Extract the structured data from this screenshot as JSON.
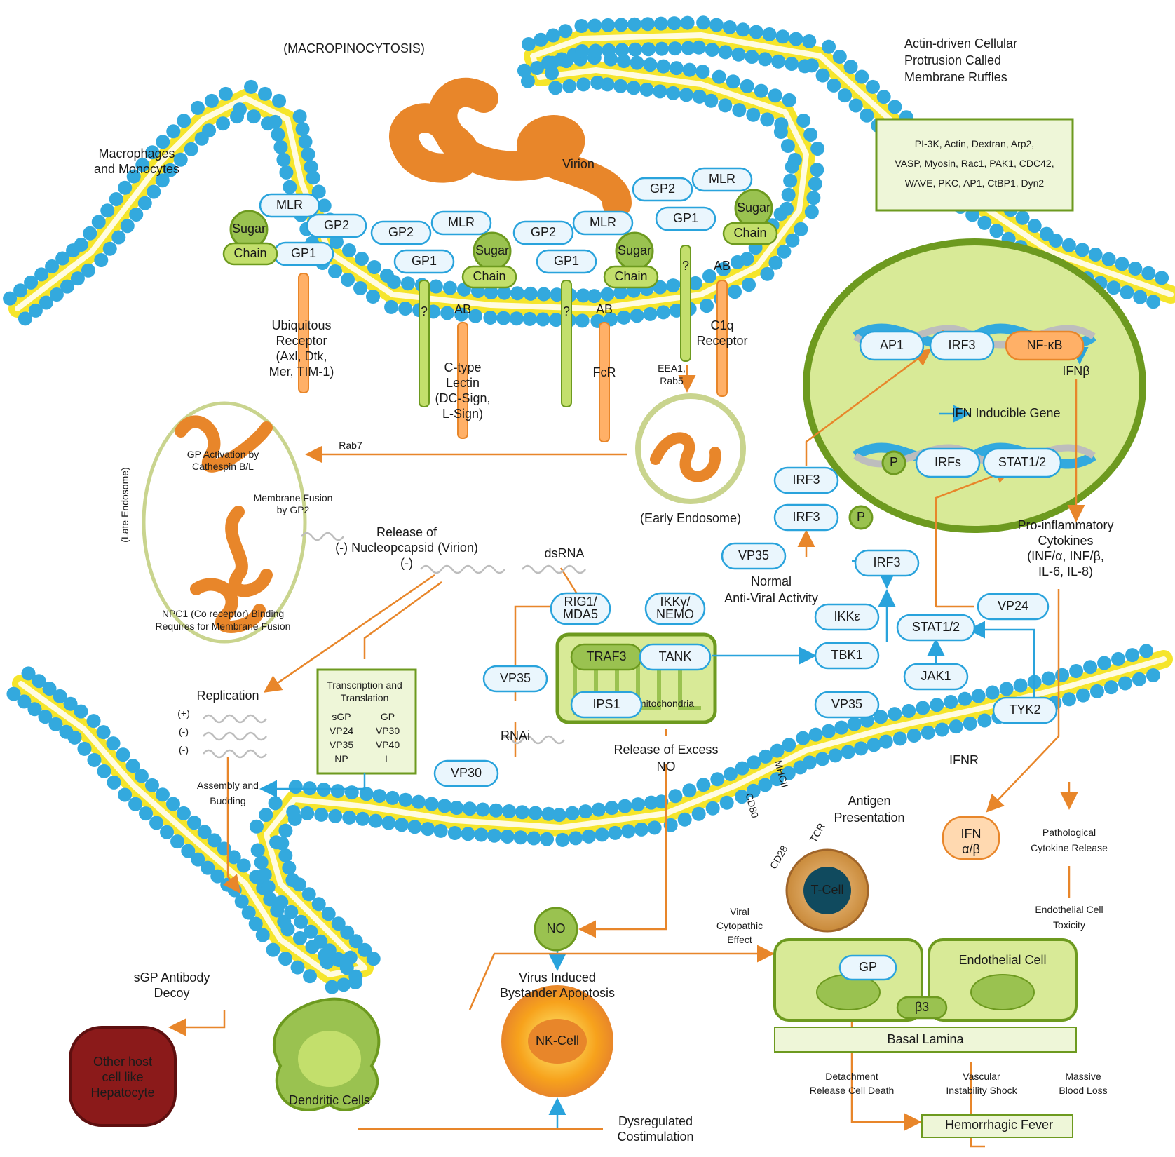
{
  "labels": {
    "macropinocytosis": "(MACROPINOCYTOSIS)",
    "membrane_ruffles": [
      "Actin-driven Cellular",
      "Protrusion Called",
      "Membrane Ruffles"
    ],
    "macrophages": [
      "Macrophages",
      "and Monocytes"
    ],
    "virion": "Virion",
    "factors_box": [
      "PI-3K, Actin, Dextran, Arp2,",
      "VASP, Myosin, Rac1, PAK1, CDC42,",
      "WAVE, PKC, AP1, CtBP1, Dyn2"
    ],
    "ubiquitous_receptor": [
      "Ubiquitous",
      "Receptor",
      "(Axl, Dtk,",
      "Mer, TIM-1)"
    ],
    "ctype_lectin": [
      "C-type",
      "Lectin",
      "(DC-Sign,",
      "L-Sign)"
    ],
    "fcr": "FcR",
    "c1q": [
      "C1q",
      "Receptor"
    ],
    "eea1": [
      "EEA1,",
      "Rab5"
    ],
    "early_endosome": "(Early Endosome)",
    "rab7": "Rab7",
    "late_endosome": "(Late Endosome)",
    "gp_activation": [
      "GP Activation by",
      "Cathespin B/L"
    ],
    "membrane_fusion": [
      "Membrane Fusion",
      "by GP2"
    ],
    "npc1": [
      "NPC1 (Co receptor) Binding",
      "Requires for Membrane Fusion"
    ],
    "release": [
      "Release of",
      "(-) Nucleopcapsid (Virion)",
      "(-)"
    ],
    "dsrna": "dsRNA",
    "replication": "Replication",
    "strands": [
      "(+)",
      "(-)",
      "(-)"
    ],
    "transcription_title": [
      "Transcription and",
      "Translation"
    ],
    "transcription_items": [
      "sGP",
      "GP",
      "VP24",
      "VP30",
      "VP35",
      "VP40",
      "NP",
      "L"
    ],
    "assembly": [
      "Assembly and",
      "Budding"
    ],
    "rnai": "RNAi",
    "mitochondria": "mitochondria",
    "release_no": [
      "Release of Excess",
      "NO"
    ],
    "normal_antiviral": [
      "Normal",
      "Anti-Viral Activity"
    ],
    "ifnb": "IFNβ",
    "ifn_inducible": "IFN Inducible Gene",
    "proinflammatory": [
      "Pro-inflammatory",
      "Cytokines",
      "(INF/α, INF/β,",
      "IL-6, IL-8)"
    ],
    "ifnr": "IFNR",
    "ifn_ab": [
      "IFN",
      "α/β"
    ],
    "pathological": [
      "Pathological",
      "Cytokine Release"
    ],
    "endothelial_toxicity": [
      "Endothelial Cell",
      "Toxicity"
    ],
    "antigen": [
      "Antigen",
      "Presentation"
    ],
    "mhcii": "MHCII",
    "cd80": "CD80",
    "cd28": "CD28",
    "tcr": "TCR",
    "tcell": "T-Cell",
    "viral_cytopathic": [
      "Viral",
      "Cytopathic",
      "Effect"
    ],
    "endothelial_cell": "Endothelial Cell",
    "basal_lamina": "Basal Lamina",
    "detachment": [
      "Detachment",
      "Release Cell Death"
    ],
    "vascular": [
      "Vascular",
      "Instability Shock"
    ],
    "massive": [
      "Massive",
      "Blood Loss"
    ],
    "hemorrhagic": "Hemorrhagic Fever",
    "bystander": [
      "Virus Induced",
      "Bystander Apoptosis"
    ],
    "nkcell": "NK-Cell",
    "dendritic": "Dendritic Cells",
    "dysregulated": [
      "Dysregulated",
      "Costimulation"
    ],
    "sgp_decoy": [
      "sGP Antibody",
      "Decoy"
    ],
    "hepatocyte": [
      "Other host",
      "cell like",
      "Hepatocyte"
    ]
  },
  "nodes": {
    "mlr": "MLR",
    "gp1": "GP1",
    "gp2": "GP2",
    "sugar": "Sugar",
    "chain": "Chain",
    "q": "?",
    "ab": "AB",
    "ap1": "AP1",
    "irf3": "IRF3",
    "nfkb": "NF-κB",
    "p": "P",
    "irfs": "IRFs",
    "stat12": "STAT1/2",
    "vp35": "VP35",
    "vp24": "VP24",
    "vp30": "VP30",
    "ikke": "IKKε",
    "tbk1": "TBK1",
    "jak1": "JAK1",
    "tyk2": "TYK2",
    "rig1": [
      "RIG1/",
      "MDA5"
    ],
    "ikkg": [
      "IKKγ/",
      "NEMO"
    ],
    "traf3": "TRAF3",
    "tank": "TANK",
    "ips1": "IPS1",
    "no": "NO",
    "gp": "GP",
    "b3": "β3"
  },
  "colors": {
    "membrane_blue": "#33a9de",
    "lipid_yellow": "#f5e52b",
    "virus_orange": "#e8862a",
    "green_dark": "#6d9a1f",
    "green_light": "#d8ea97",
    "pill_stroke": "#29a3dc",
    "hepatocyte": "#8b1a1a"
  }
}
